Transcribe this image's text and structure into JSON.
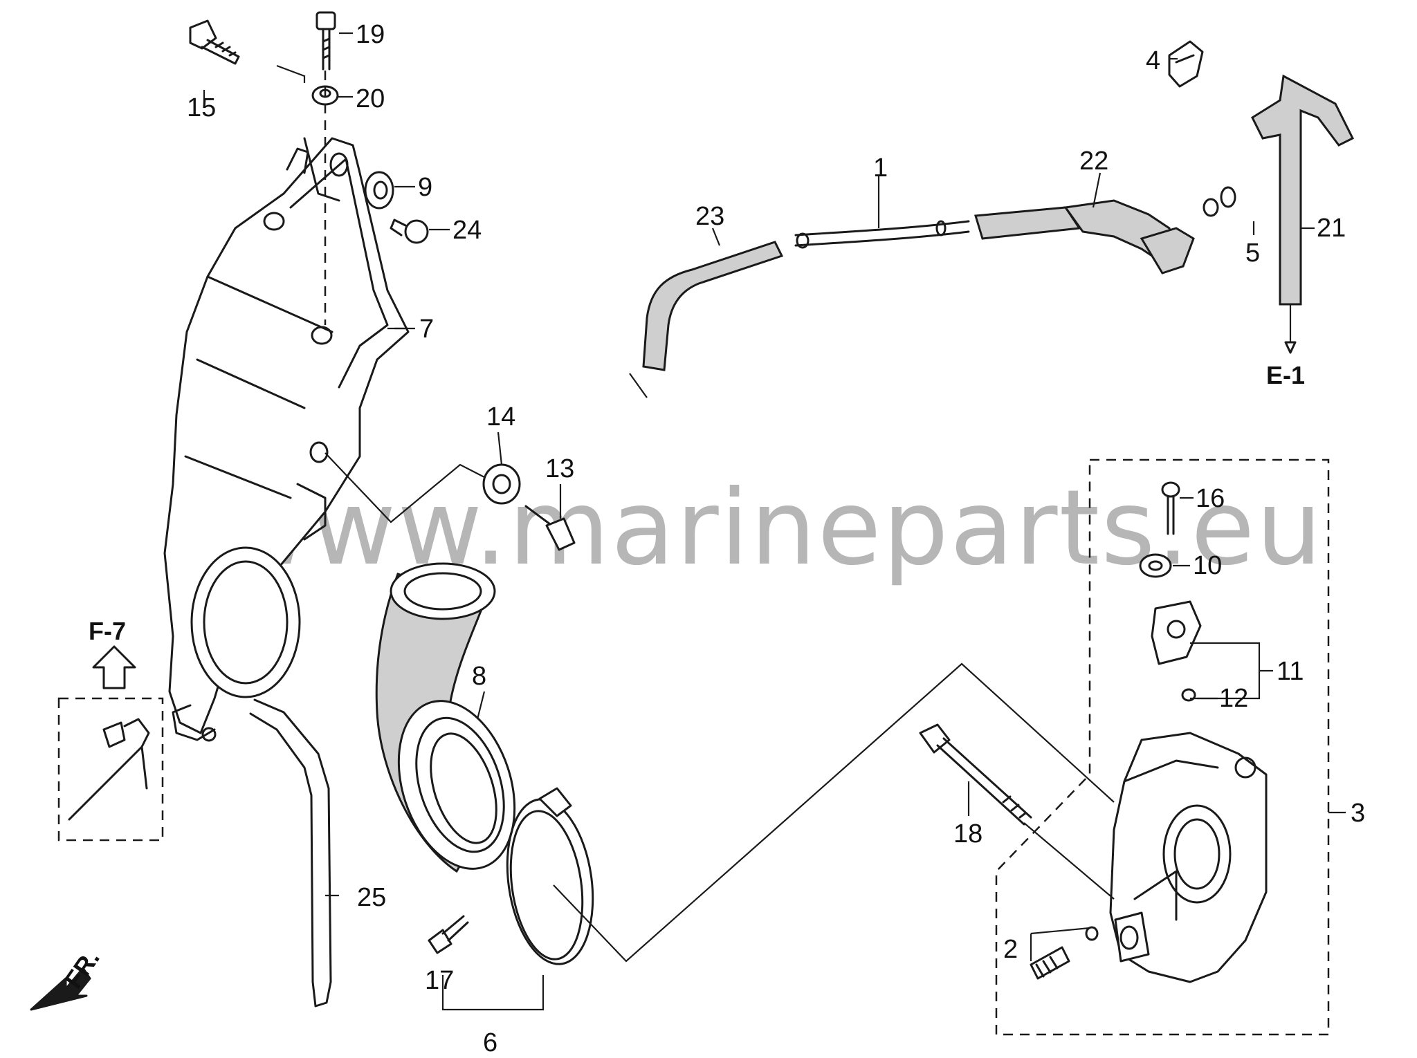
{
  "watermark": "www.marineparts.eu",
  "callouts": {
    "c1": "1",
    "c2": "2",
    "c3": "3",
    "c4": "4",
    "c5": "5",
    "c6": "6",
    "c7": "7",
    "c8": "8",
    "c9": "9",
    "c10": "10",
    "c11": "11",
    "c12": "12",
    "c13": "13",
    "c14": "14",
    "c15": "15",
    "c16": "16",
    "c17": "17",
    "c18": "18",
    "c19": "19",
    "c20": "20",
    "c21": "21",
    "c22": "22",
    "c23": "23",
    "c24": "24",
    "c25": "25"
  },
  "references": {
    "e1": "E-1",
    "f7": "F-7",
    "front": "FR."
  }
}
